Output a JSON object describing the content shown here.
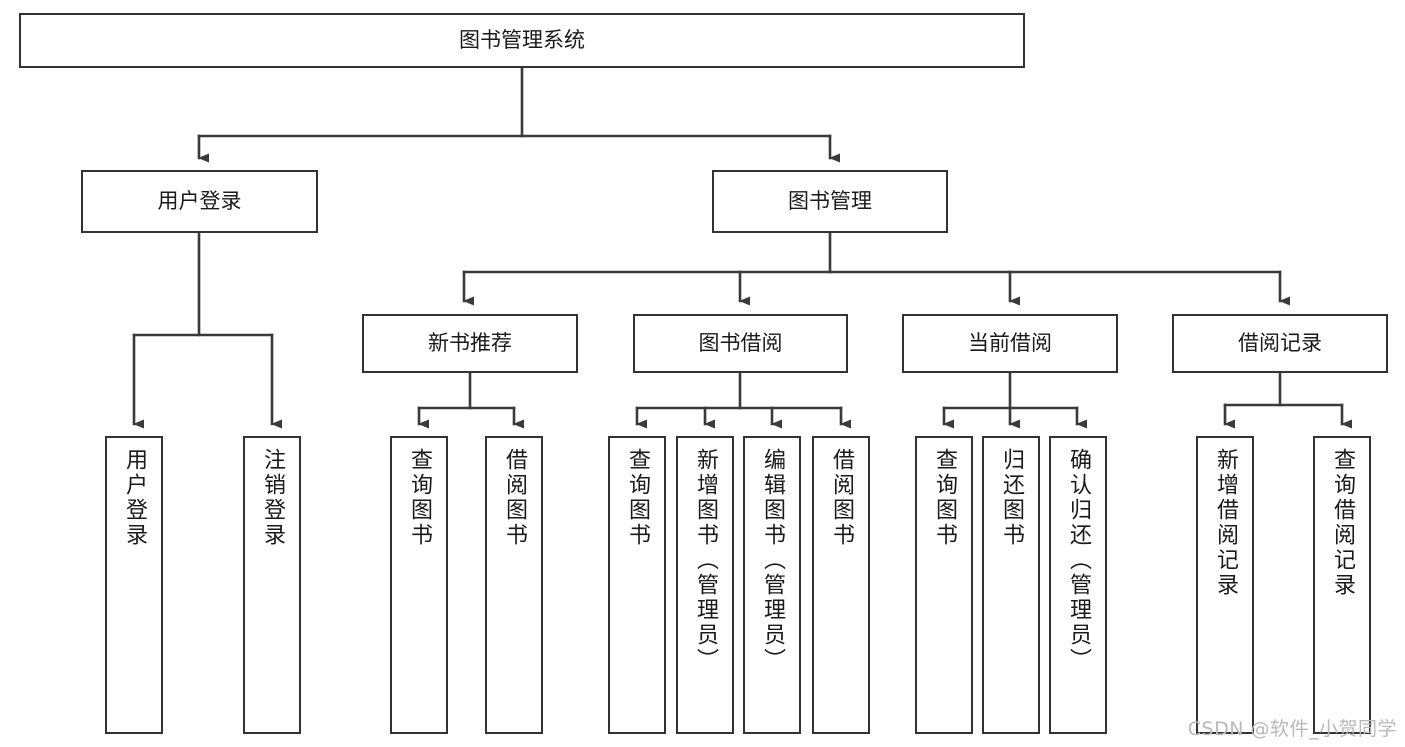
{
  "diagram": {
    "title": "图书管理系统",
    "type": "tree",
    "watermark": "CSDN @软件_小贺同学",
    "colors": {
      "box_border": "#333333",
      "box_fill": "#ffffff",
      "line": "#3a3a3a",
      "text": "#1a1a1a",
      "watermark": "#b9b9b9",
      "background": "#ffffff"
    },
    "root": {
      "label": "图书管理系统"
    },
    "level2": [
      {
        "label": "用户登录"
      },
      {
        "label": "图书管理"
      }
    ],
    "level3": [
      {
        "label": "新书推荐"
      },
      {
        "label": "图书借阅"
      },
      {
        "label": "当前借阅"
      },
      {
        "label": "借阅记录"
      }
    ],
    "leaves": {
      "user_login": [
        {
          "label": "用户登录"
        },
        {
          "label": "注销登录"
        }
      ],
      "new_book_recommend": [
        {
          "label": "查询图书"
        },
        {
          "label": "借阅图书"
        }
      ],
      "book_borrow": [
        {
          "label": "查询图书"
        },
        {
          "label": "新增图书（管理员）"
        },
        {
          "label": "编辑图书（管理员）"
        },
        {
          "label": "借阅图书"
        }
      ],
      "current_borrow": [
        {
          "label": "查询图书"
        },
        {
          "label": "归还图书"
        },
        {
          "label": "确认归还（管理员）"
        }
      ],
      "borrow_record": [
        {
          "label": "新增借阅记录"
        },
        {
          "label": "查询借阅记录"
        }
      ]
    }
  }
}
